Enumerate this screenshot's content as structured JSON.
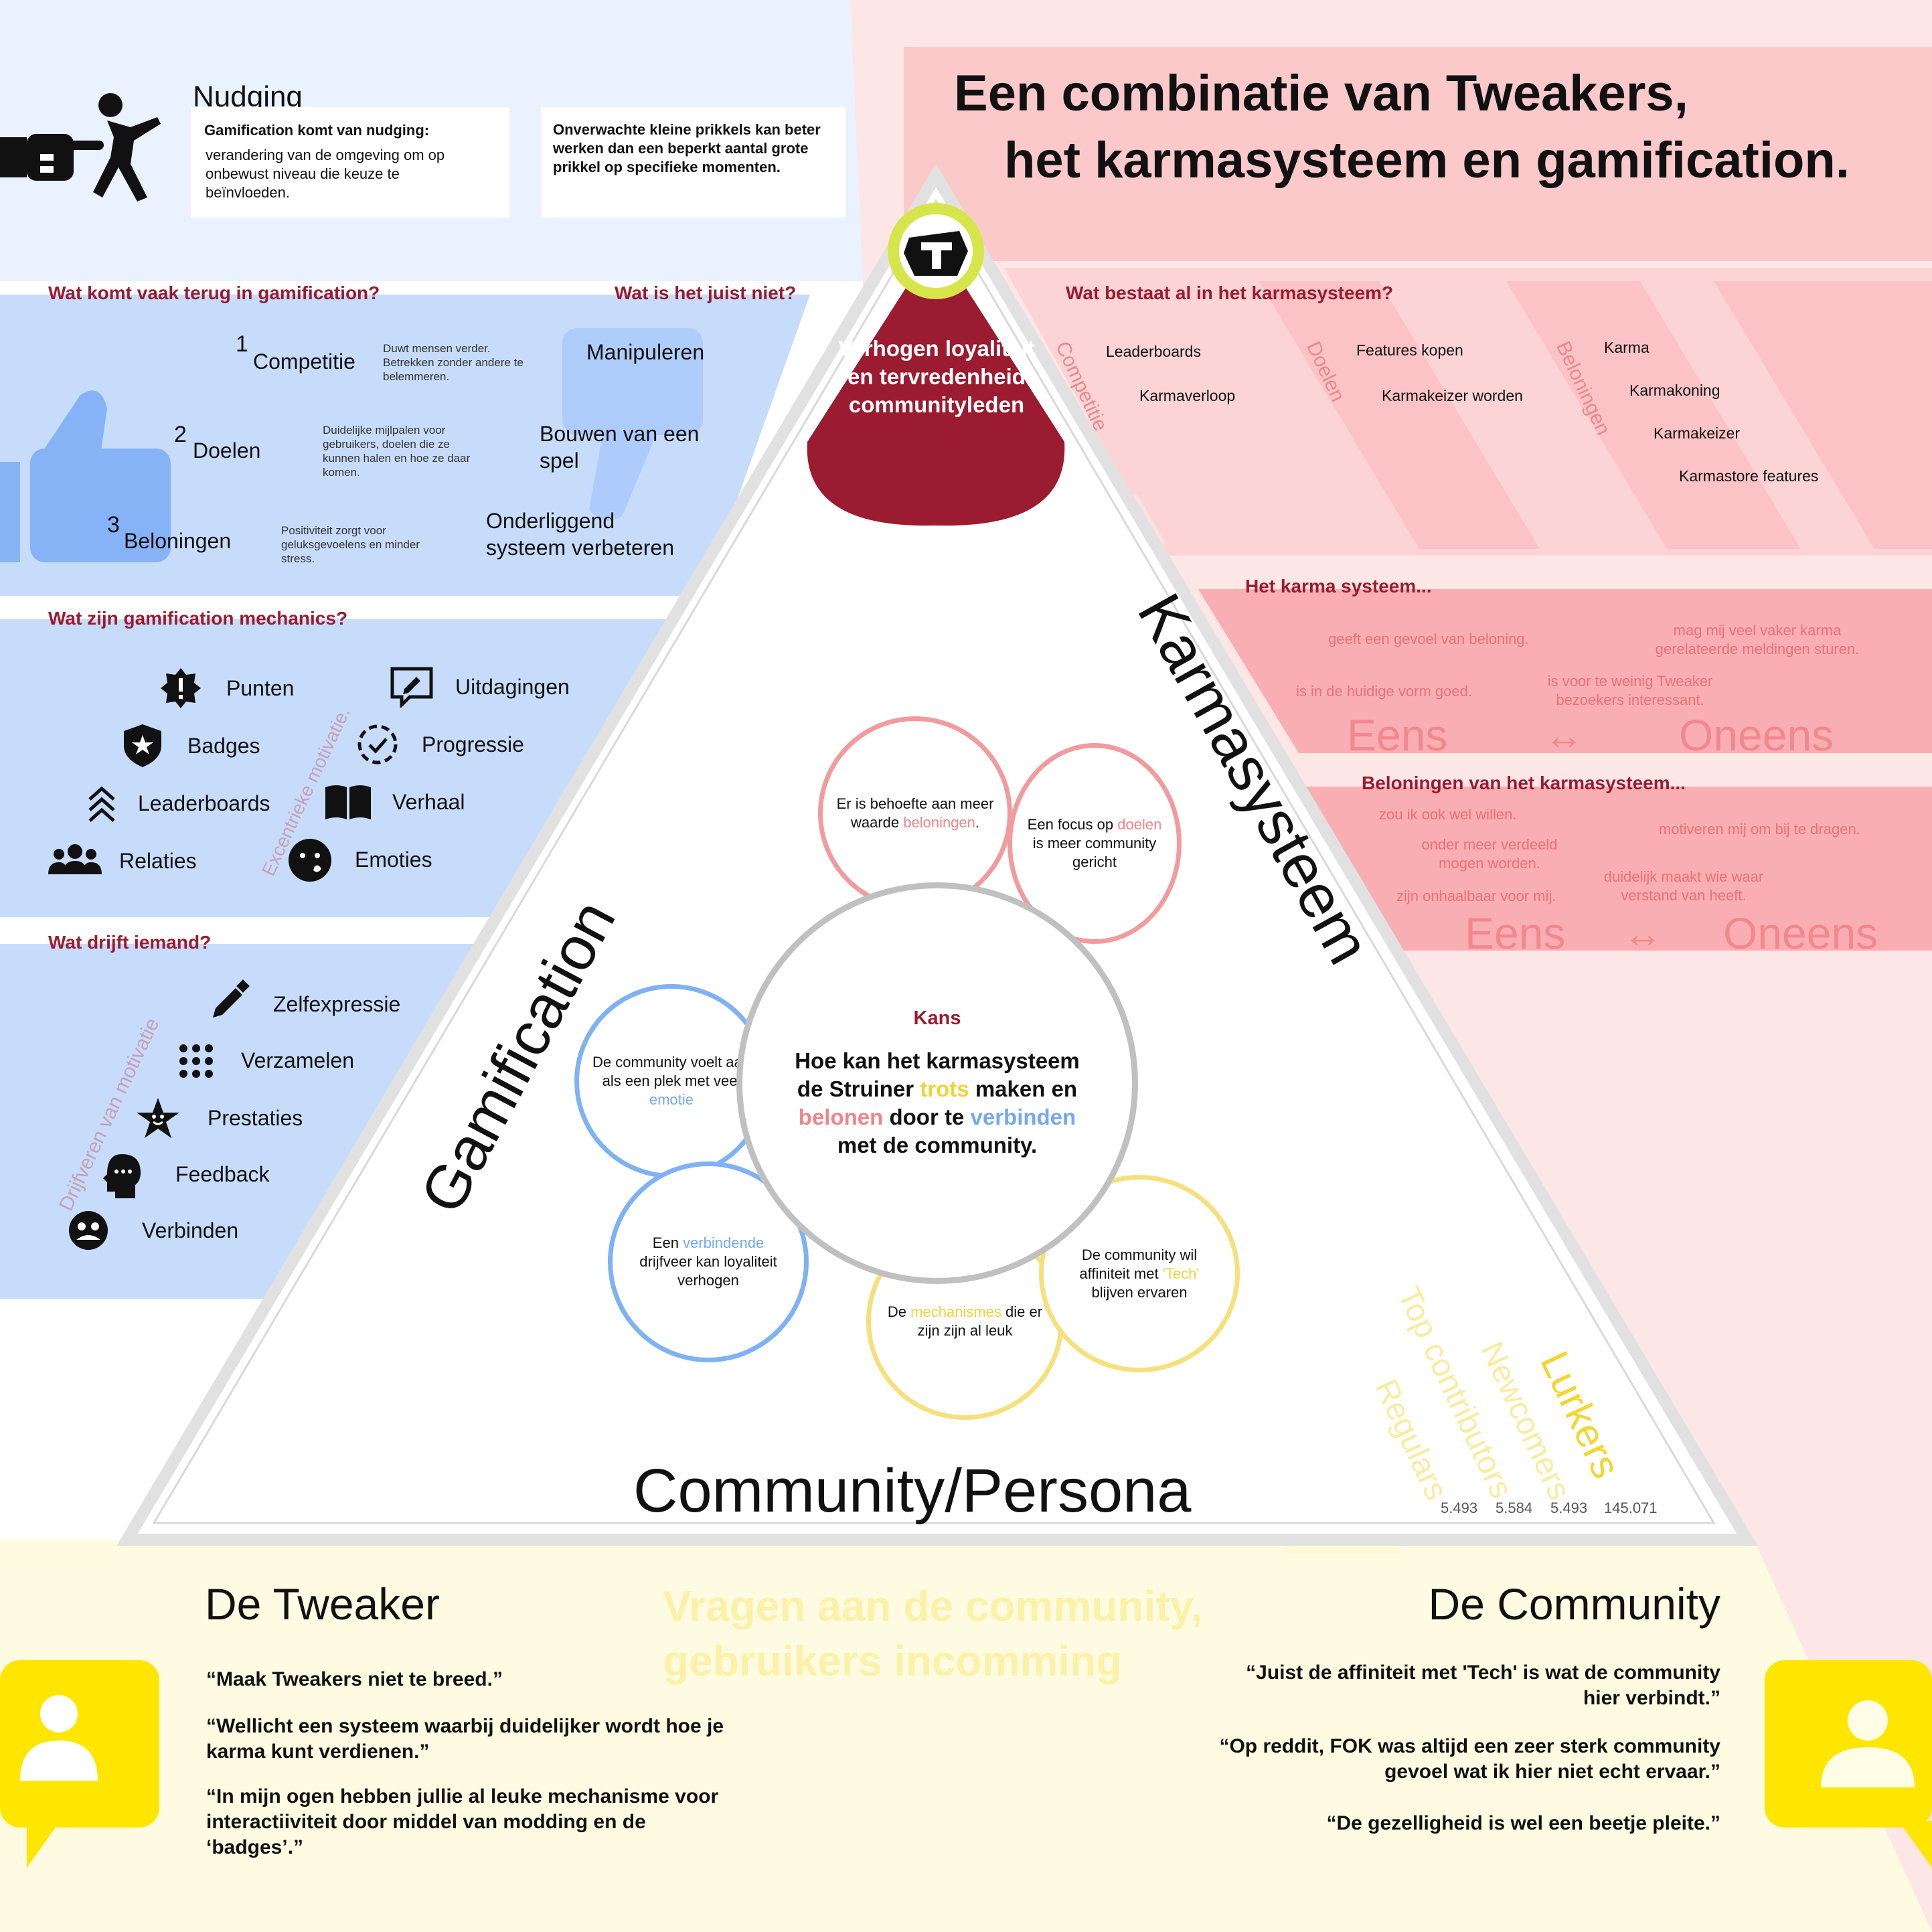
{
  "title": {
    "line1": "Een combinatie van Tweakers,",
    "line2": "het karmasysteem en gamification."
  },
  "nudging": {
    "heading": "Nudging",
    "card1_bold": "Gamification komt van nudging:",
    "card1_text": "verandering van de omgeving om op onbewust niveau die keuze te beïnvloeden.",
    "card2_text": "Onverwachte kleine prikkels kan beter werken dan een beperkt aantal grote prikkel op specifieke momenten."
  },
  "gamification_terug": {
    "question": "Wat komt vaak terug in gamification?",
    "items": [
      {
        "num": "1",
        "label": "Competitie",
        "desc": "Duwt mensen verder. Betrekken zonder andere te belemmeren."
      },
      {
        "num": "2",
        "label": "Doelen",
        "desc": "Duidelijke mijlpalen voor gebruikers, doelen die ze kunnen halen en hoe ze daar komen."
      },
      {
        "num": "3",
        "label": "Beloningen",
        "desc": "Positiviteit zorgt voor geluksgevoelens en minder stress."
      }
    ]
  },
  "juist_niet": {
    "question": "Wat is het juist niet?",
    "items": [
      "Manipuleren",
      "Bouwen van een spel",
      "Onderliggend systeem verbeteren"
    ]
  },
  "mechanics": {
    "question": "Wat zijn gamification mechanics?",
    "vertical_label": "Excentrieke motivatie.",
    "items": [
      "Punten",
      "Uitdagingen",
      "Badges",
      "Progressie",
      "Leaderboards",
      "Verhaal",
      "Relaties",
      "Emoties"
    ]
  },
  "drijft": {
    "question": "Wat drijft iemand?",
    "vertical_label": "Drijfveren van motivatie",
    "items": [
      "Zelfexpressie",
      "Verzamelen",
      "Prestaties",
      "Feedback",
      "Verbinden"
    ]
  },
  "top_node": {
    "text": "Verhogen loyaliteit en tervredenheid communityleden"
  },
  "karma_bestaat": {
    "question": "Wat bestaat al in het karmasysteem?",
    "groups": [
      {
        "label": "Competitie",
        "items": [
          "Leaderboards",
          "Karmaverloop"
        ]
      },
      {
        "label": "Doelen",
        "items": [
          "Features kopen",
          "Karmakeizer worden"
        ]
      },
      {
        "label": "Beloningen",
        "items": [
          "Karma",
          "Karmakoning",
          "Karmakeizer",
          "Karmastore features"
        ]
      }
    ]
  },
  "karma_systeem": {
    "heading": "Het karma systeem...",
    "statements": [
      "geeft een gevoel van beloning.",
      "mag mij veel vaker karma gerelateerde meldingen sturen.",
      "is in de huidige vorm goed.",
      "is voor te weinig Tweaker bezoekers interessant."
    ],
    "eens": "Eens",
    "arrow": "↔",
    "oneens": "Oneens"
  },
  "beloningen_karma": {
    "heading": "Beloningen van het karmasysteem...",
    "statements": [
      "zou ik ook wel willen.",
      "motiveren mij om bij te dragen.",
      "onder meer verdeeld mogen worden.",
      "duidelijk maakt wie waar verstand van heeft.",
      "zijn onhaalbaar voor mij."
    ],
    "eens": "Eens",
    "arrow": "↔",
    "oneens": "Oneens"
  },
  "sides": {
    "left": "Gamification",
    "right": "Karmasysteem",
    "bottom": "Community/Persona"
  },
  "center": {
    "kans": "Kans",
    "q_part1": "Hoe kan het karmasysteem de Struiner",
    "q_trots": "trots",
    "q_part2": "maken en",
    "q_belonen": "belonen",
    "q_part3": "door te",
    "q_verbinden": "verbinden",
    "q_part4": "met de community."
  },
  "bubbles": {
    "pink1_a": "Er is behoefte aan meer waarde",
    "pink1_b": "beloningen",
    "pink1_c": ".",
    "pink2_a": "Een focus op",
    "pink2_b": "doelen",
    "pink2_c": "is meer community gericht",
    "blue1_a": "De community voelt aan als een plek met veel",
    "blue1_b": "emotie",
    "blue2_a": "Een",
    "blue2_b": "verbindende",
    "blue2_c": "drijfveer kan loyaliteit verhogen",
    "yel1_a": "De",
    "yel1_b": "mechanismes",
    "yel1_c": "die er zijn zijn al leuk",
    "yel2_a": "De community wil affiniteit met",
    "yel2_b": "'Tech'",
    "yel2_c": "blijven ervaren"
  },
  "personas": {
    "labels": [
      "Regulars",
      "Top contributors",
      "Newcomers",
      "Lurkers"
    ],
    "counts": [
      "5.493",
      "5.584",
      "5.493",
      "145.071"
    ]
  },
  "bottom": {
    "tweaker_title": "De Tweaker",
    "tweaker_quotes": [
      "“Maak Tweakers niet te breed.”",
      "“Wellicht een systeem waarbij duidelijker wordt hoe je karma kunt verdienen.”",
      "“In mijn ogen hebben jullie al leuke mechanisme voor interactiiviteit door middel van modding en de ‘badges’.”"
    ],
    "community_title": "De Community",
    "community_quotes": [
      "“Juist de affiniteit met 'Tech' is wat de community hier verbindt.”",
      "“Op reddit, FOK was altijd een zeer sterk community gevoel wat ik hier niet echt ervaar.”",
      "“De gezelligheid is wel een beetje pleite.”"
    ],
    "center_faded": "Vragen aan de community, gebruikers incomming"
  },
  "colors": {
    "blue_bg": "#c7dcfb",
    "pink_bg": "#fcc6c8",
    "yellow_bg": "#fff8d8",
    "dark_red": "#9b1b30",
    "lime": "#d6e64a",
    "yellow": "#ffe600"
  }
}
